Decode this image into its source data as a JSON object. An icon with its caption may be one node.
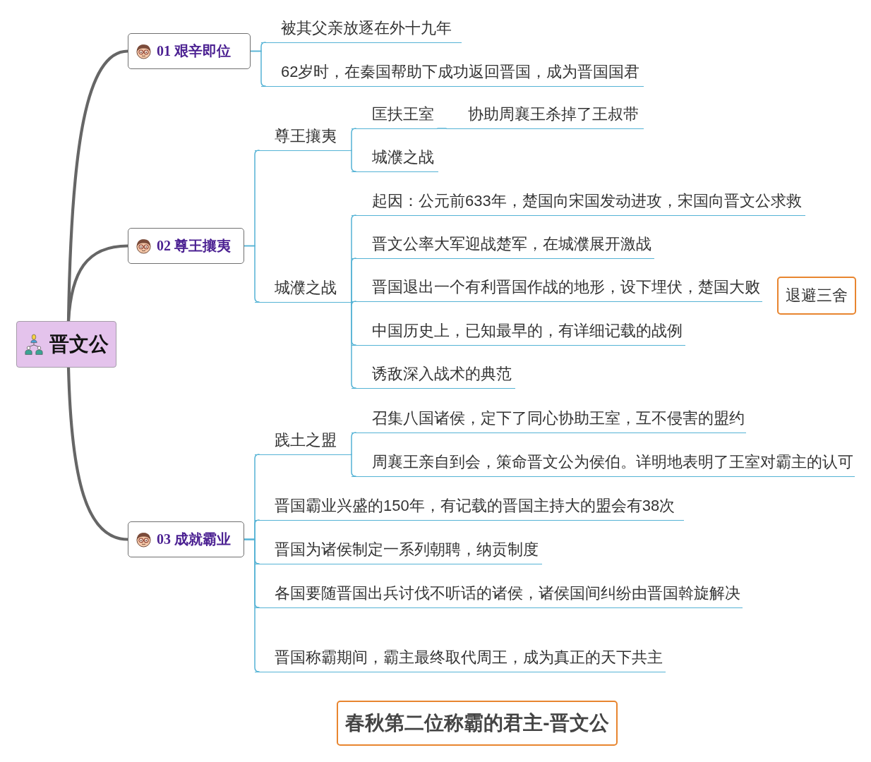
{
  "diagram": {
    "nodes": [
      {
        "text": [
          "晋文公"
        ]
      },
      {
        "text": [
          "01 艰辛即位"
        ]
      },
      {
        "text": [
          "被其父亲放逐在外十九年"
        ]
      },
      {
        "text": [
          "62岁时，在秦国帮助下成功返回晋国，成为晋国国君"
        ]
      },
      {
        "text": [
          "02 尊王攘夷"
        ]
      },
      {
        "text": [
          "尊王攘夷"
        ]
      },
      {
        "text": [
          "匡扶王室"
        ]
      },
      {
        "text": [
          "协助周襄王杀掉了王叔带"
        ]
      },
      {
        "text": [
          "城濮之战"
        ]
      },
      {
        "text": [
          "城濮之战"
        ]
      },
      {
        "text": [
          "起因：公元前633年，楚国向宋国发动进攻，宋国向晋文公求救"
        ]
      },
      {
        "text": [
          "晋文公率大军迎战楚军，在城濮展开激战"
        ]
      },
      {
        "text": [
          "晋国退出一个有利晋国作战的地形，设下埋伏，楚国大败"
        ]
      },
      {
        "text": [
          "退避三舍"
        ]
      },
      {
        "text": [
          "中国历史上，已知最早的，有详细记载的战例"
        ]
      },
      {
        "text": [
          "诱敌深入战术的典范"
        ]
      },
      {
        "text": [
          "03 成就霸业"
        ]
      },
      {
        "text": [
          "践土之盟"
        ]
      },
      {
        "text": [
          "召集八国诸侯，定下了同心协助王室，互不侵害的盟约"
        ]
      },
      {
        "text": [
          "周襄王亲自到会，策命晋文公为侯伯。详明地表明了王室对霸主的认可"
        ]
      },
      {
        "text": [
          "晋国霸业兴盛的150年，有记载的晋国主持大的盟会有38次"
        ]
      },
      {
        "text": [
          "晋国为诸侯制定一系列朝聘，纳贡制度"
        ]
      },
      {
        "text": [
          "各国要随晋国出兵讨伐不听话的诸侯，诸侯国间纠纷由晋国斡旋解决"
        ]
      },
      {
        "text": [
          "晋国称霸期间，霸主最终取代周王，成为真正的天下共主"
        ]
      },
      {
        "text": [
          "春秋第二位称霸的君主-晋文公"
        ]
      }
    ],
    "edges": [
      {
        "from": 0,
        "to": 1,
        "arrow": "none",
        "style": "thick",
        "color": "#666666"
      },
      {
        "from": 0,
        "to": 4,
        "arrow": "none",
        "style": "thick",
        "color": "#666666"
      },
      {
        "from": 0,
        "to": 16,
        "arrow": "none",
        "style": "thick",
        "color": "#666666"
      },
      {
        "from": 1,
        "to": 2,
        "arrow": "none"
      },
      {
        "from": 1,
        "to": 3,
        "arrow": "none"
      },
      {
        "from": 4,
        "to": 5,
        "arrow": "none"
      },
      {
        "from": 4,
        "to": 9,
        "arrow": "none"
      },
      {
        "from": 5,
        "to": 6,
        "arrow": "none"
      },
      {
        "from": 5,
        "to": 8,
        "arrow": "none"
      },
      {
        "from": 6,
        "to": 7,
        "arrow": "none"
      },
      {
        "from": 9,
        "to": 10,
        "arrow": "none"
      },
      {
        "from": 9,
        "to": 11,
        "arrow": "none"
      },
      {
        "from": 9,
        "to": 12,
        "arrow": "none"
      },
      {
        "from": 9,
        "to": 14,
        "arrow": "none"
      },
      {
        "from": 9,
        "to": 15,
        "arrow": "none"
      },
      {
        "from": 16,
        "to": 17,
        "arrow": "none"
      },
      {
        "from": 16,
        "to": 20,
        "arrow": "none"
      },
      {
        "from": 16,
        "to": 21,
        "arrow": "none"
      },
      {
        "from": 16,
        "to": 22,
        "arrow": "none"
      },
      {
        "from": 16,
        "to": 23,
        "arrow": "none"
      },
      {
        "from": 17,
        "to": 18,
        "arrow": "none"
      },
      {
        "from": 17,
        "to": 19,
        "arrow": "none"
      }
    ]
  }
}
